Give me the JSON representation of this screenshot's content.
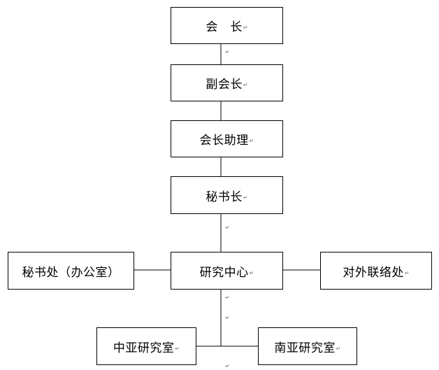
{
  "nodes": {
    "president": "会　长",
    "vice_president": "副会长",
    "assistant": "会长助理",
    "secretary_general": "秘书长",
    "research_center": "研究中心",
    "secretariat": "秘书处（办公室）",
    "foreign_liaison": "对外联络处",
    "central_asia": "中亚研究室",
    "south_asia": "南亚研究室"
  },
  "paragraph_mark": "↵"
}
